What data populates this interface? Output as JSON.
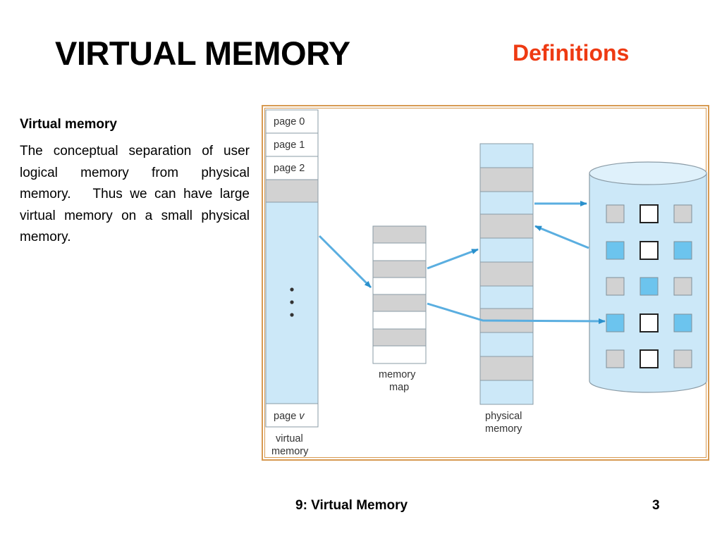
{
  "slide": {
    "title": "VIRTUAL MEMORY",
    "subtitle": "Definitions",
    "term": "Virtual memory",
    "definition": "The conceptual separation of user logical memory from physical memory.   Thus we can have large virtual memory on a small physical memory.",
    "footer_title": "9: Virtual Memory",
    "page_number": "3"
  },
  "diagram": {
    "virtual_pages": [
      "page 0",
      "page 1",
      "page 2"
    ],
    "last_page_prefix": "page ",
    "last_page_var": "v",
    "ellipsis": "• • •",
    "virtual_label_line1": "virtual",
    "virtual_label_line2": "memory",
    "map_label_line1": "memory",
    "map_label_line2": "map",
    "physical_label_line1": "physical",
    "physical_label_line2": "memory"
  },
  "colors": {
    "subtitle": "#ee3a12",
    "memory_blue": "#cce8f8",
    "page_gray": "#d2d2d2",
    "disk_block_blue": "#6cc4ee",
    "frame_border": "#d79a52"
  }
}
